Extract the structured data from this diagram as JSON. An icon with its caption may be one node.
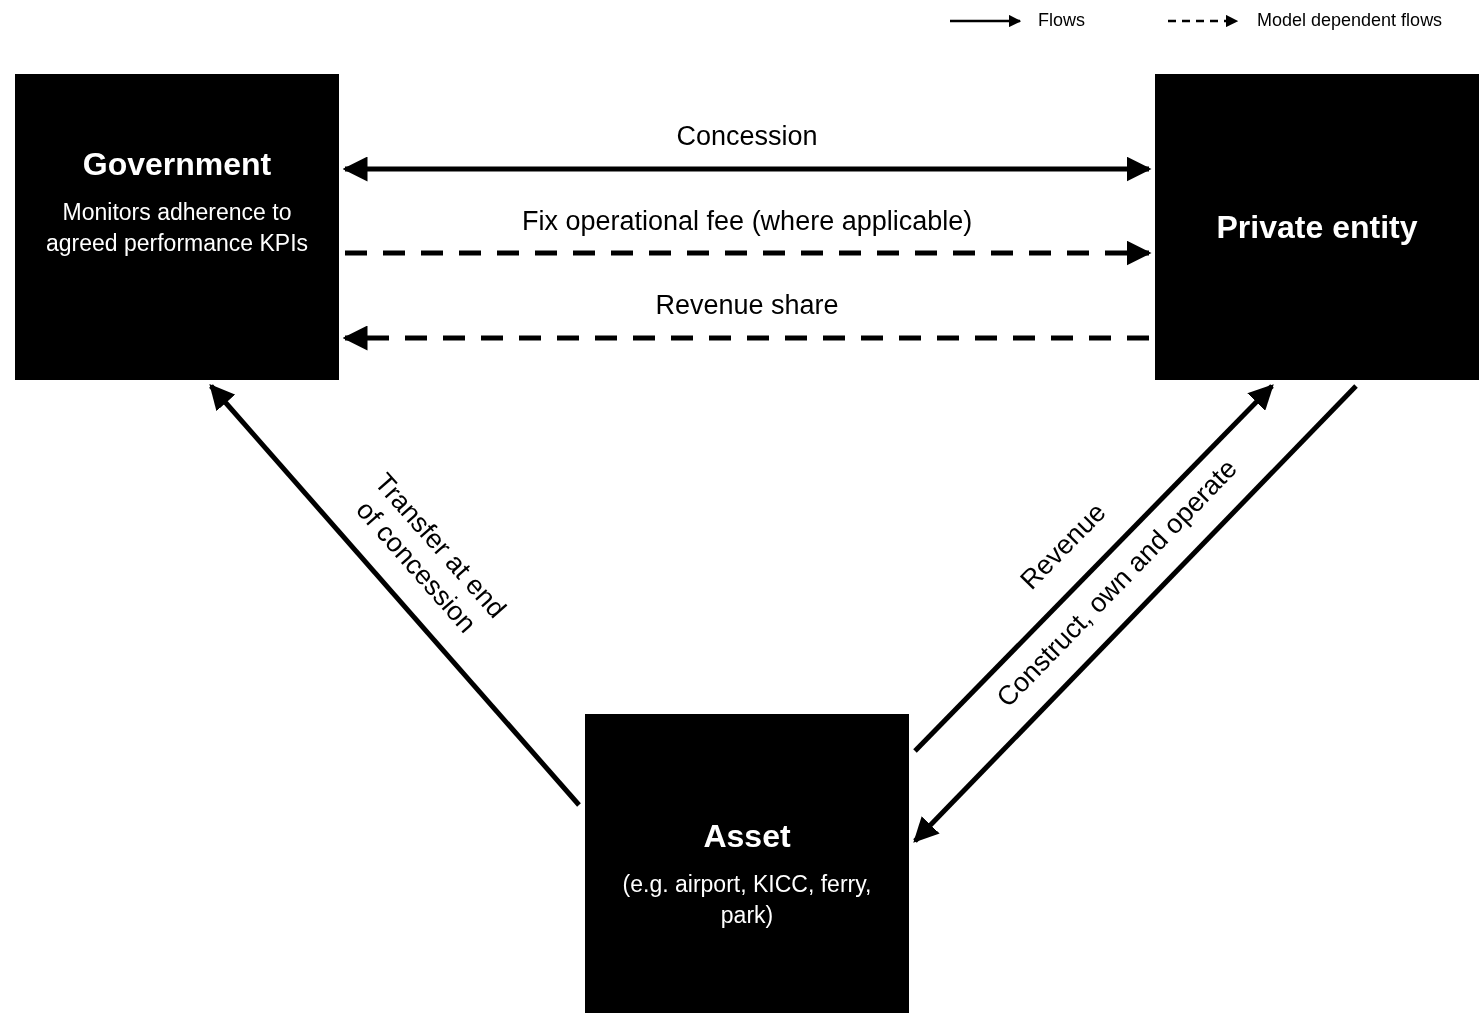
{
  "diagram": {
    "nodes": [
      {
        "text": [
          "Government",
          "Monitors adherence to agreed performance KPIs"
        ]
      },
      {
        "text": [
          "Private entity"
        ]
      },
      {
        "text": [
          "Asset",
          "(e.g. airport, KICC, ferry, park)"
        ]
      }
    ],
    "edges": [
      {
        "from": 0,
        "to": 1,
        "arrow": "both",
        "label": "Concession"
      },
      {
        "from": 0,
        "to": 1,
        "arrow": "to",
        "label": "Fix operational fee (where applicable)",
        "style": "dashed"
      },
      {
        "from": 1,
        "to": 0,
        "arrow": "to",
        "label": "Revenue share",
        "style": "dashed"
      },
      {
        "from": 2,
        "to": 0,
        "arrow": "to",
        "label": "Transfer at end of concession"
      },
      {
        "from": 2,
        "to": 1,
        "arrow": "to",
        "label": "Revenue"
      },
      {
        "from": 1,
        "to": 2,
        "arrow": "to",
        "label": "Construct, own and operate"
      }
    ],
    "legend": [
      {
        "text": "Flows"
      },
      {
        "text": "Model dependent flows"
      }
    ]
  }
}
